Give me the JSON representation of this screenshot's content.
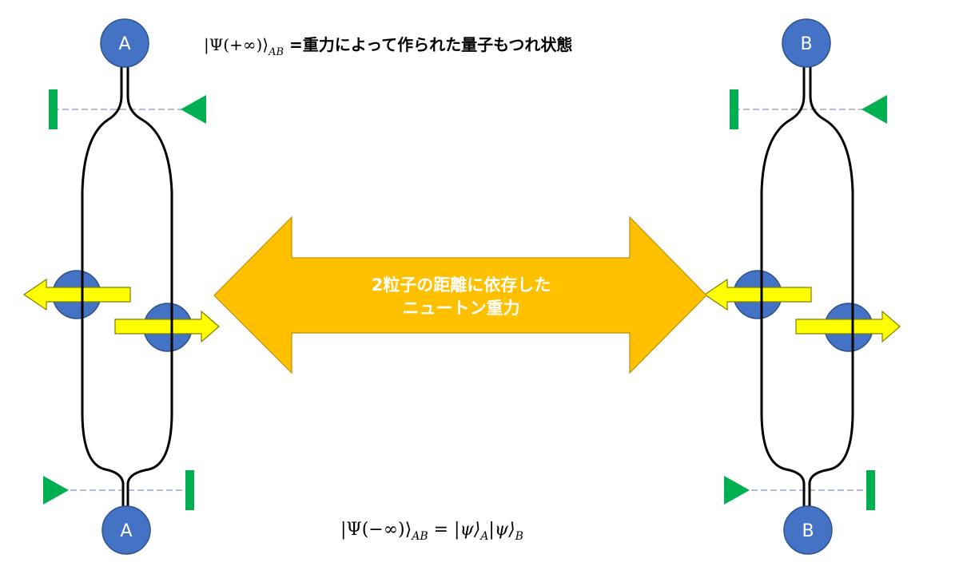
{
  "top_equation": {
    "ket_open": "|Ψ(+∞)⟩",
    "subscript": "AB",
    "text": " =重力によって作られた量子もつれ状態"
  },
  "bottom_equation": {
    "ket": "|Ψ(−∞)⟩",
    "sub_ab": "AB",
    "equals": " = ",
    "psi_a": "|ψ⟩",
    "sub_a": "A",
    "psi_b": "|ψ⟩",
    "sub_b": "B"
  },
  "arrow_label": {
    "line1": "2粒子の距離に依存した",
    "line2": "ニュートン重力"
  },
  "nodes": {
    "left_top": "A",
    "left_bottom": "A",
    "right_top": "B",
    "right_bottom": "B"
  },
  "colors": {
    "node_blue": "#4472C4",
    "node_stroke": "#2F528F",
    "arrow_orange": "#FFC000",
    "arrow_yellow": "#FFFF00",
    "marker_green": "#00B050",
    "dash_blue": "#8FAADC"
  }
}
